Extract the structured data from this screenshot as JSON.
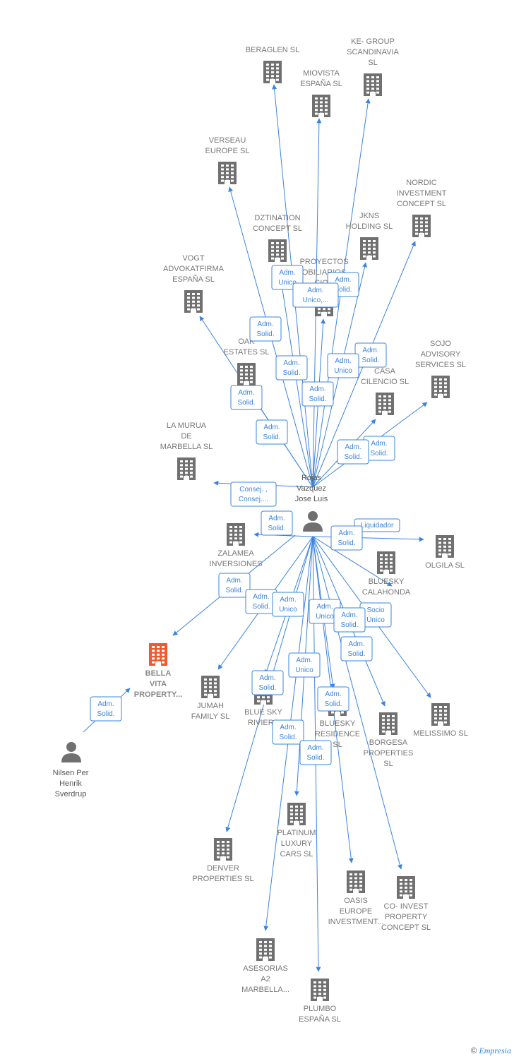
{
  "colors": {
    "edge": "#3a84df",
    "building": "#707070",
    "building_highlight": "#f05a2c",
    "person": "#707070",
    "label_box_border": "#3a84df",
    "label_text": "#3a84df"
  },
  "hub": {
    "name_lines": [
      "Rojas",
      "Vazquez",
      "Jose Luis"
    ],
    "icon": "person-icon"
  },
  "other_person": {
    "name_lines": [
      "Nilsen Per",
      "Henrik",
      "Sverdrup"
    ],
    "icon": "person-icon"
  },
  "companies": [
    {
      "id": "beraglen",
      "lines": [
        "BERAGLEN SL"
      ],
      "role": [
        "Adm.",
        "Unico"
      ]
    },
    {
      "id": "ke-group",
      "lines": [
        "KE- GROUP",
        "SCANDINAVIA",
        "SL"
      ],
      "role": [
        "Adm.",
        "Solid."
      ]
    },
    {
      "id": "miovista",
      "lines": [
        "MIOVISTA",
        "ESPAÑA SL"
      ],
      "role": [
        "Adm.",
        "Unico,..."
      ]
    },
    {
      "id": "verseau",
      "lines": [
        "VERSEAU",
        "EUROPE SL"
      ],
      "role": [
        "Adm.",
        "Solid."
      ]
    },
    {
      "id": "nordic",
      "lines": [
        "NORDIC",
        "INVESTMENT",
        "CONCEPT SL"
      ],
      "role": [
        "Adm.",
        "Solid."
      ]
    },
    {
      "id": "dztination",
      "lines": [
        "DZTINATION",
        "CONCEPT SL"
      ],
      "role": [
        "Adm.",
        "Solid."
      ]
    },
    {
      "id": "jkns",
      "lines": [
        "JKNS",
        "HOLDING SL"
      ],
      "role": [
        "Adm.",
        "Unico"
      ]
    },
    {
      "id": "proyectos",
      "lines": [
        "PROYECTOS",
        "OBILIARIOS",
        "CION"
      ],
      "role": [
        "Adm.",
        "Solid."
      ]
    },
    {
      "id": "vogt",
      "lines": [
        "VOGT",
        "ADVOKATFIRMA",
        "ESPAÑA SL"
      ],
      "role": [
        "Adm.",
        "Solid."
      ]
    },
    {
      "id": "oak",
      "lines": [
        "OAK",
        "ESTATES SL"
      ],
      "role": [
        "Adm.",
        "Solid."
      ]
    },
    {
      "id": "sojo",
      "lines": [
        "SOJO",
        "ADVISORY",
        "SERVICES SL"
      ],
      "role": [
        "Adm.",
        "Solid."
      ]
    },
    {
      "id": "casa",
      "lines": [
        "CASA",
        "CILENCIO SL"
      ],
      "role": [
        "Adm.",
        "Solid."
      ]
    },
    {
      "id": "lamurua",
      "lines": [
        "LA MURUA",
        "DE",
        "MARBELLA SL"
      ],
      "role": [
        "Consej. ,",
        "Consej...."
      ]
    },
    {
      "id": "zalamea",
      "lines": [
        "ZALAMEA",
        "INVERSIONES"
      ],
      "role": [
        "Adm.",
        "Solid."
      ]
    },
    {
      "id": "olgila",
      "lines": [
        "OLGILA SL"
      ],
      "role": [
        "Liquidador"
      ]
    },
    {
      "id": "bluesky-calahonda",
      "lines": [
        "BLUESKY",
        "CALAHONDA"
      ],
      "role": [
        "Adm.",
        "Solid."
      ]
    },
    {
      "id": "bella",
      "lines": [
        "BELLA",
        "VITA",
        "PROPERTY..."
      ],
      "role": [
        "Adm.",
        "Solid."
      ],
      "highlight": true
    },
    {
      "id": "jumah",
      "lines": [
        "JUMAH",
        "FAMILY SL"
      ],
      "role": [
        "Adm.",
        "Solid."
      ]
    },
    {
      "id": "bluesky-riviera",
      "lines": [
        "BLUE SKY",
        "RIVIERA"
      ],
      "role": [
        "Adm.",
        "Unico"
      ]
    },
    {
      "id": "bluesky-residence",
      "lines": [
        "BLUESKY",
        "RESIDENCE",
        "SL"
      ],
      "role": [
        "Adm.",
        "Unico"
      ]
    },
    {
      "id": "borgesa",
      "lines": [
        "BORGESA",
        "PROPERTIES",
        "SL"
      ],
      "role": [
        "Socio",
        "Único"
      ]
    },
    {
      "id": "melissimo",
      "lines": [
        "MELISSIMO SL"
      ],
      "role": [
        "Adm.",
        "Solid."
      ]
    },
    {
      "id": "denver",
      "lines": [
        "DENVER",
        "PROPERTIES SL"
      ],
      "role": [
        "Adm.",
        "Solid."
      ]
    },
    {
      "id": "platinum",
      "lines": [
        "PLATINUM",
        "LUXURY",
        "CARS SL"
      ],
      "role": [
        "Adm.",
        "Unico"
      ]
    },
    {
      "id": "oasis",
      "lines": [
        "OASIS",
        "EUROPE",
        "INVESTMENT..."
      ],
      "role": [
        "Adm.",
        "Solid."
      ]
    },
    {
      "id": "co-invest",
      "lines": [
        "CO- INVEST",
        "PROPERTY",
        "CONCEPT SL"
      ],
      "role": [
        "Adm.",
        "Solid."
      ]
    },
    {
      "id": "asesorias",
      "lines": [
        "ASESORIAS",
        "A2",
        "MARBELLA..."
      ],
      "role": [
        "Adm.",
        "Solid."
      ]
    },
    {
      "id": "plumbo",
      "lines": [
        "PLUMBO",
        "ESPAÑA SL"
      ],
      "role": [
        "Adm.",
        "Solid."
      ]
    }
  ],
  "bella_edge_role": [
    "Adm.",
    "Solid."
  ],
  "credit": {
    "symbol": "©",
    "brand": "Empresia"
  }
}
